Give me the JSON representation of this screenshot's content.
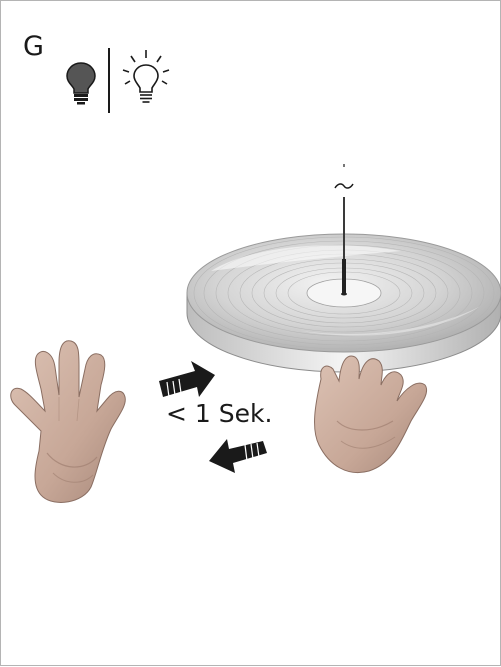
{
  "header": {
    "section_letter": "G",
    "icons": [
      "bulb-off-icon",
      "bulb-on-icon"
    ]
  },
  "illustration": {
    "time_label": "< 1 Sek.",
    "elements": [
      "left-hand",
      "right-hand",
      "turntable-platter",
      "push-arrow",
      "pull-arrow"
    ]
  },
  "colors": {
    "skin": "#c9aa9a",
    "skin_shadow": "#a88878",
    "platter": "#c8c8c8",
    "arrow": "#1a1a1a"
  }
}
